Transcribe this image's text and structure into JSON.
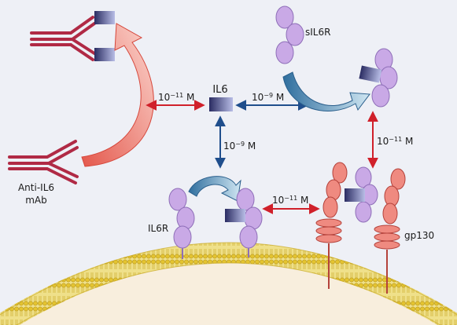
{
  "labels": {
    "il6": "IL6",
    "sil6r": "sIL6R",
    "il6r": "IL6R",
    "gp130": "gp130",
    "antibody_line1": "Anti-IL6",
    "antibody_line2": "mAb"
  },
  "affinities": {
    "antibody_il6": {
      "mantissa": "10",
      "exponent": "−11",
      "unit": " M"
    },
    "il6_sil6r": {
      "mantissa": "10",
      "exponent": "−9",
      "unit": " M"
    },
    "il6_il6r": {
      "mantissa": "10",
      "exponent": "−9",
      "unit": " M"
    },
    "il6r_gp130": {
      "mantissa": "10",
      "exponent": "−11",
      "unit": " M"
    },
    "sil6r_gp130": {
      "mantissa": "10",
      "exponent": "−11",
      "unit": " M"
    }
  },
  "colors": {
    "background": "#eef0f6",
    "cell_interior": "#f8eedd",
    "membrane": "#e6c93e",
    "receptor_domain": "#c9a9e6",
    "receptor_outline": "#8e6eb8",
    "gp130_domain": "#ef8a80",
    "gp130_outline": "#b4423b",
    "antibody": "#b02a45",
    "ligand_dark": "#2a2c62",
    "ligand_light": "#b8bde6",
    "arrow_red": "#d0202a",
    "arrow_blue": "#1f4e8c",
    "swoosh_teal": "#3f80b2",
    "swoosh_salmon": "#f18c80"
  }
}
